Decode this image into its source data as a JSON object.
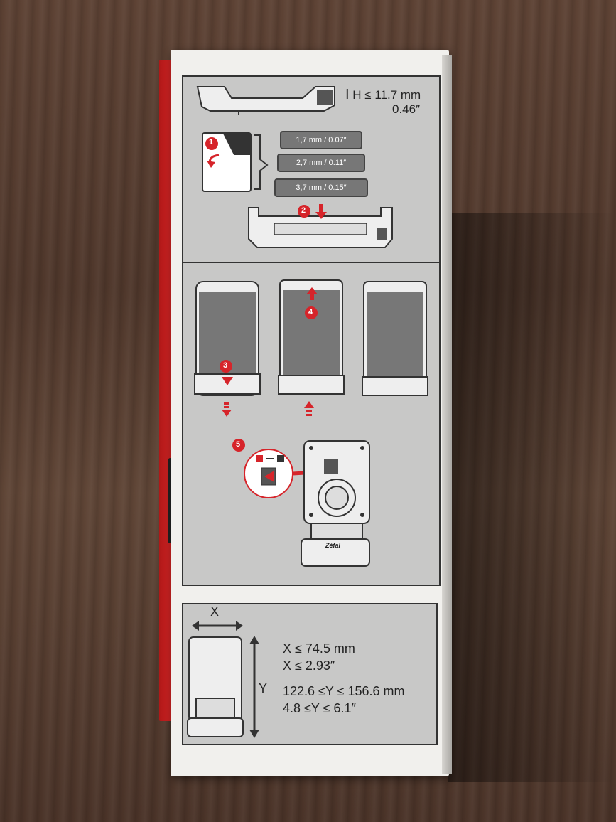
{
  "height_spec": {
    "h_label": "H ≤ 11.7 mm",
    "inch": "0.46″"
  },
  "pads": [
    "1,7 mm / 0.07″",
    "2,7 mm / 0.11″",
    "3,7 mm / 0.15″"
  ],
  "steps": [
    "1",
    "2",
    "3",
    "4",
    "5"
  ],
  "brand": "Zéfal",
  "dimensions": {
    "x_axis": "X",
    "y_axis": "Y",
    "x_mm": "X ≤ 74.5 mm",
    "x_in": "X ≤ 2.93″",
    "y_mm": "122.6 ≤Y ≤ 156.6 mm",
    "y_in": "4.8 ≤Y ≤ 6.1″"
  },
  "colors": {
    "accent": "#d6242a",
    "panel": "#c8c8c7",
    "box": "#f1f0ed",
    "ink": "#333333"
  }
}
